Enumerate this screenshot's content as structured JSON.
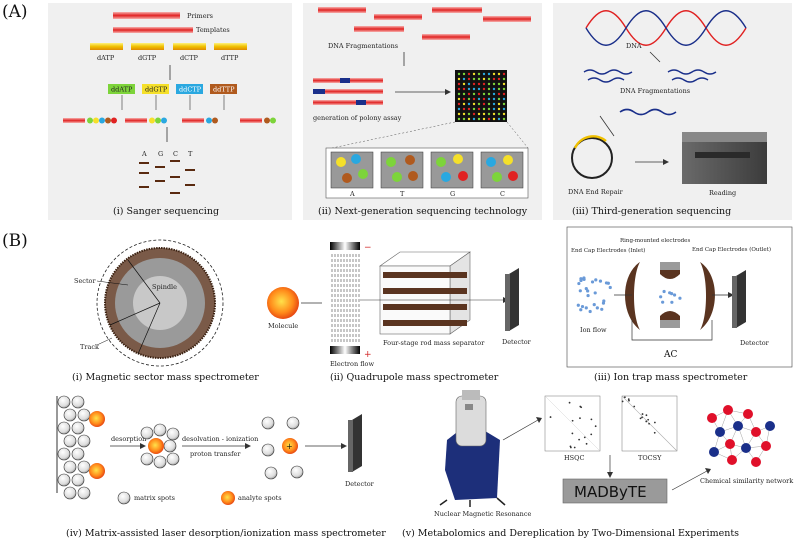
{
  "sections": {
    "A": {
      "label": "(A)",
      "panels": {
        "sanger": {
          "caption": "(i) Sanger sequencing",
          "primers": "Primers",
          "templates": "Templates",
          "dntps": [
            "dATP",
            "dGTP",
            "dCTP",
            "dTTP"
          ],
          "ddntps": [
            "ddATP",
            "ddGTP",
            "ddCTP",
            "ddTTP"
          ],
          "lanes": [
            "A",
            "G",
            "C",
            "T"
          ]
        },
        "ngs": {
          "caption": "(ii) Next-generation sequencing technology",
          "fragmentation": "DNA Fragmentations",
          "polony": "generation of polony assay",
          "bases": [
            "A",
            "T",
            "G",
            "C"
          ]
        },
        "third": {
          "caption": "(iii) Third-generation sequencing",
          "dna": "DNA",
          "fragmentations": "DNA Fragmentations",
          "end_repair": "DNA End Repair",
          "reading": "Reading"
        }
      }
    },
    "B": {
      "label": "(B)",
      "panels": {
        "magnetic": {
          "caption": "(i) Magnetic sector mass spectrometer",
          "sector": "Sector",
          "spindle": "Spindle",
          "track": "Track"
        },
        "quadrupole": {
          "caption": "(ii) Quadrupole mass spectrometer",
          "molecule": "Molecule",
          "separator": "Four-stage rod mass separator",
          "detector": "Detector",
          "electron_flow": "Electron flow",
          "minus": "−",
          "plus": "+"
        },
        "iontrap": {
          "caption": "(iii) Ion trap mass spectrometer",
          "ring": "Ring-mounted electrodes",
          "inlet": "End Cap Electrodes (Inlet)",
          "outlet": "End Cap Electrodes (Outlet)",
          "ion_flow": "Ion flow",
          "detector": "Detector",
          "ac": "AC"
        },
        "maldi": {
          "caption": "(iv) Matrix-assisted laser desorption/ionization mass spectrometer",
          "desorption": "desorption",
          "desolvation": "desolvation - ionization",
          "proton_transfer": "proton transfer",
          "detector": "Detector",
          "matrix_spots": "matrix spots",
          "analyte_spots": "analyte spots"
        },
        "nmr": {
          "caption": "(v) Metabolomics and Dereplication by Two-Dimensional Experiments",
          "instrument": "Nuclear Magnetic Resonance",
          "hsqc": "HSQC",
          "tocsy": "TOCSY",
          "madbyte": "MADByTE",
          "network": "Chemical similarity network"
        }
      }
    }
  }
}
